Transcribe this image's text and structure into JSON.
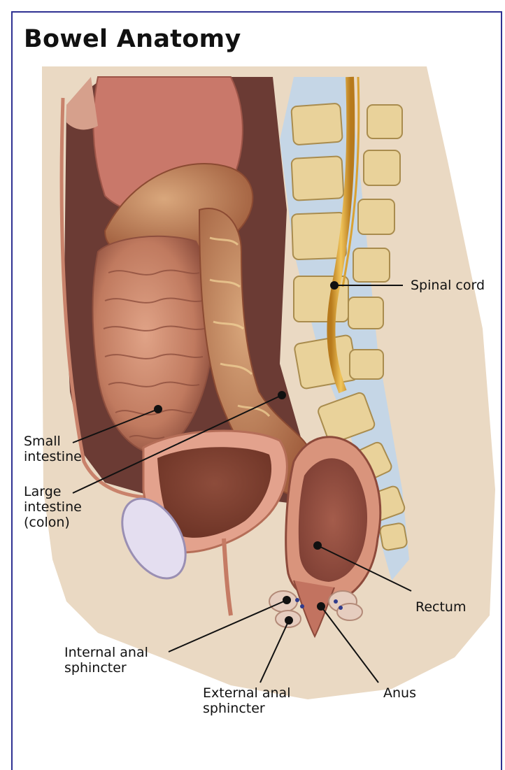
{
  "title": "Bowel Anatomy",
  "labels": {
    "spinal_cord": "Spinal cord",
    "small_intestine": "Small\nintestine",
    "large_intestine": "Large\nintestine\n(colon)",
    "rectum": "Rectum",
    "internal_sphincter": "Internal anal\nsphincter",
    "external_sphincter": "External anal\nsphincter",
    "anus": "Anus"
  },
  "colors": {
    "frame_border": "#2f3192",
    "body_tissue": "#ead9c3",
    "cavity": "#6b3b34",
    "intestine": "#c9856a",
    "colon": "#c98a5e",
    "bone": "#e9d29a",
    "disc": "#bcd3e6",
    "spinal_cord": "#d9a233",
    "bladder": "#d98b73",
    "leader_line": "#111111"
  }
}
